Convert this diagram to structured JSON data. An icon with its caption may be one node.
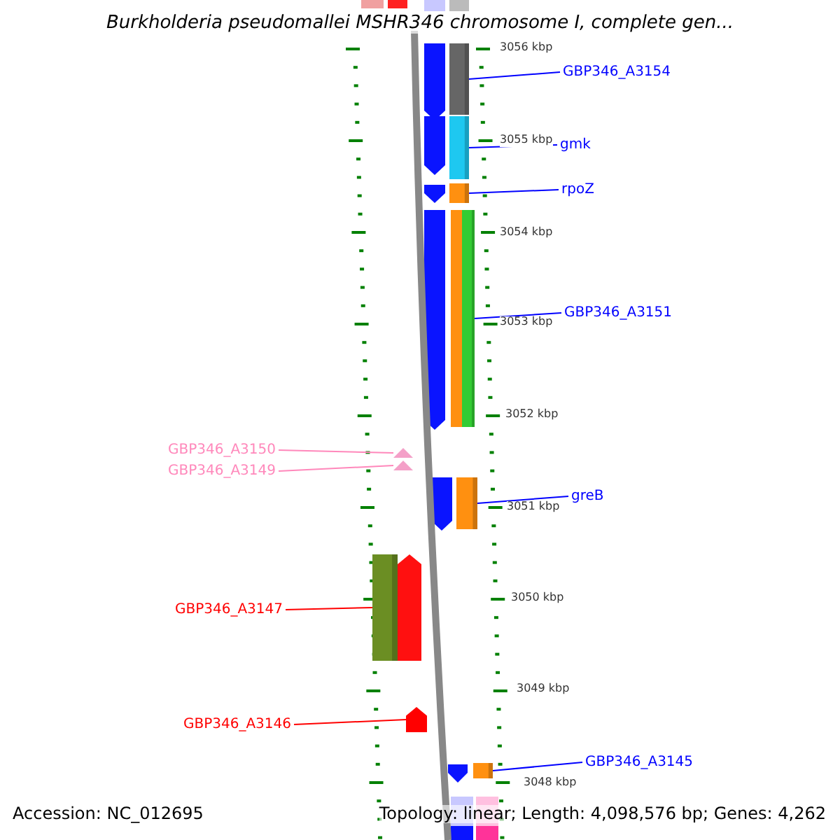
{
  "diagram": {
    "title": "Burkholderia pseudomallei MSHR346 chromosome I, complete gen...",
    "nodes": [
      {
        "text": [
          "GBP346_A3154"
        ]
      },
      {
        "text": [],
        "shape": "bar"
      },
      {
        "text": [
          "gmk"
        ]
      },
      {
        "text": [],
        "shape": "bar"
      },
      {
        "text": [
          "rpoZ"
        ]
      },
      {
        "text": [],
        "shape": "bar"
      },
      {
        "text": [
          "GBP346_A3151"
        ]
      },
      {
        "text": [],
        "shape": "bar"
      },
      {
        "text": [
          "GBP346_A3150"
        ]
      },
      {
        "text": [],
        "shape": "triangle"
      },
      {
        "text": [
          "GBP346_A3149"
        ]
      },
      {
        "text": [],
        "shape": "triangle"
      },
      {
        "text": [
          "greB"
        ]
      },
      {
        "text": [],
        "shape": "bar"
      },
      {
        "text": [
          "GBP346_A3147"
        ]
      },
      {
        "text": [],
        "shape": "bar"
      },
      {
        "text": [
          "GBP346_A3146"
        ]
      },
      {
        "text": [],
        "shape": "pentagon"
      },
      {
        "text": [
          "GBP346_A3145"
        ]
      },
      {
        "text": [],
        "shape": "bar"
      }
    ],
    "edges": [
      {
        "from": 0,
        "to": 1,
        "arrow": "none"
      },
      {
        "from": 2,
        "to": 3,
        "arrow": "none"
      },
      {
        "from": 4,
        "to": 5,
        "arrow": "none"
      },
      {
        "from": 6,
        "to": 7,
        "arrow": "none"
      },
      {
        "from": 8,
        "to": 9,
        "arrow": "none",
        "color": "#ff88bb"
      },
      {
        "from": 10,
        "to": 11,
        "arrow": "none",
        "color": "#ff88bb"
      },
      {
        "from": 12,
        "to": 13,
        "arrow": "none"
      },
      {
        "from": 14,
        "to": 15,
        "arrow": "none",
        "color": "#ff0000"
      },
      {
        "from": 16,
        "to": 17,
        "arrow": "none",
        "color": "#ff0000"
      },
      {
        "from": 18,
        "to": 19,
        "arrow": "none"
      }
    ],
    "labels": [
      "3056 kbp",
      "3055 kbp",
      "3054 kbp",
      "3053 kbp",
      "3052 kbp",
      "3051 kbp",
      "3050 kbp",
      "3049 kbp",
      "3048 kbp",
      "Accession: NC_012695",
      "Topology: linear; Length: 4,098,576 bp; Genes: 4,262"
    ]
  }
}
